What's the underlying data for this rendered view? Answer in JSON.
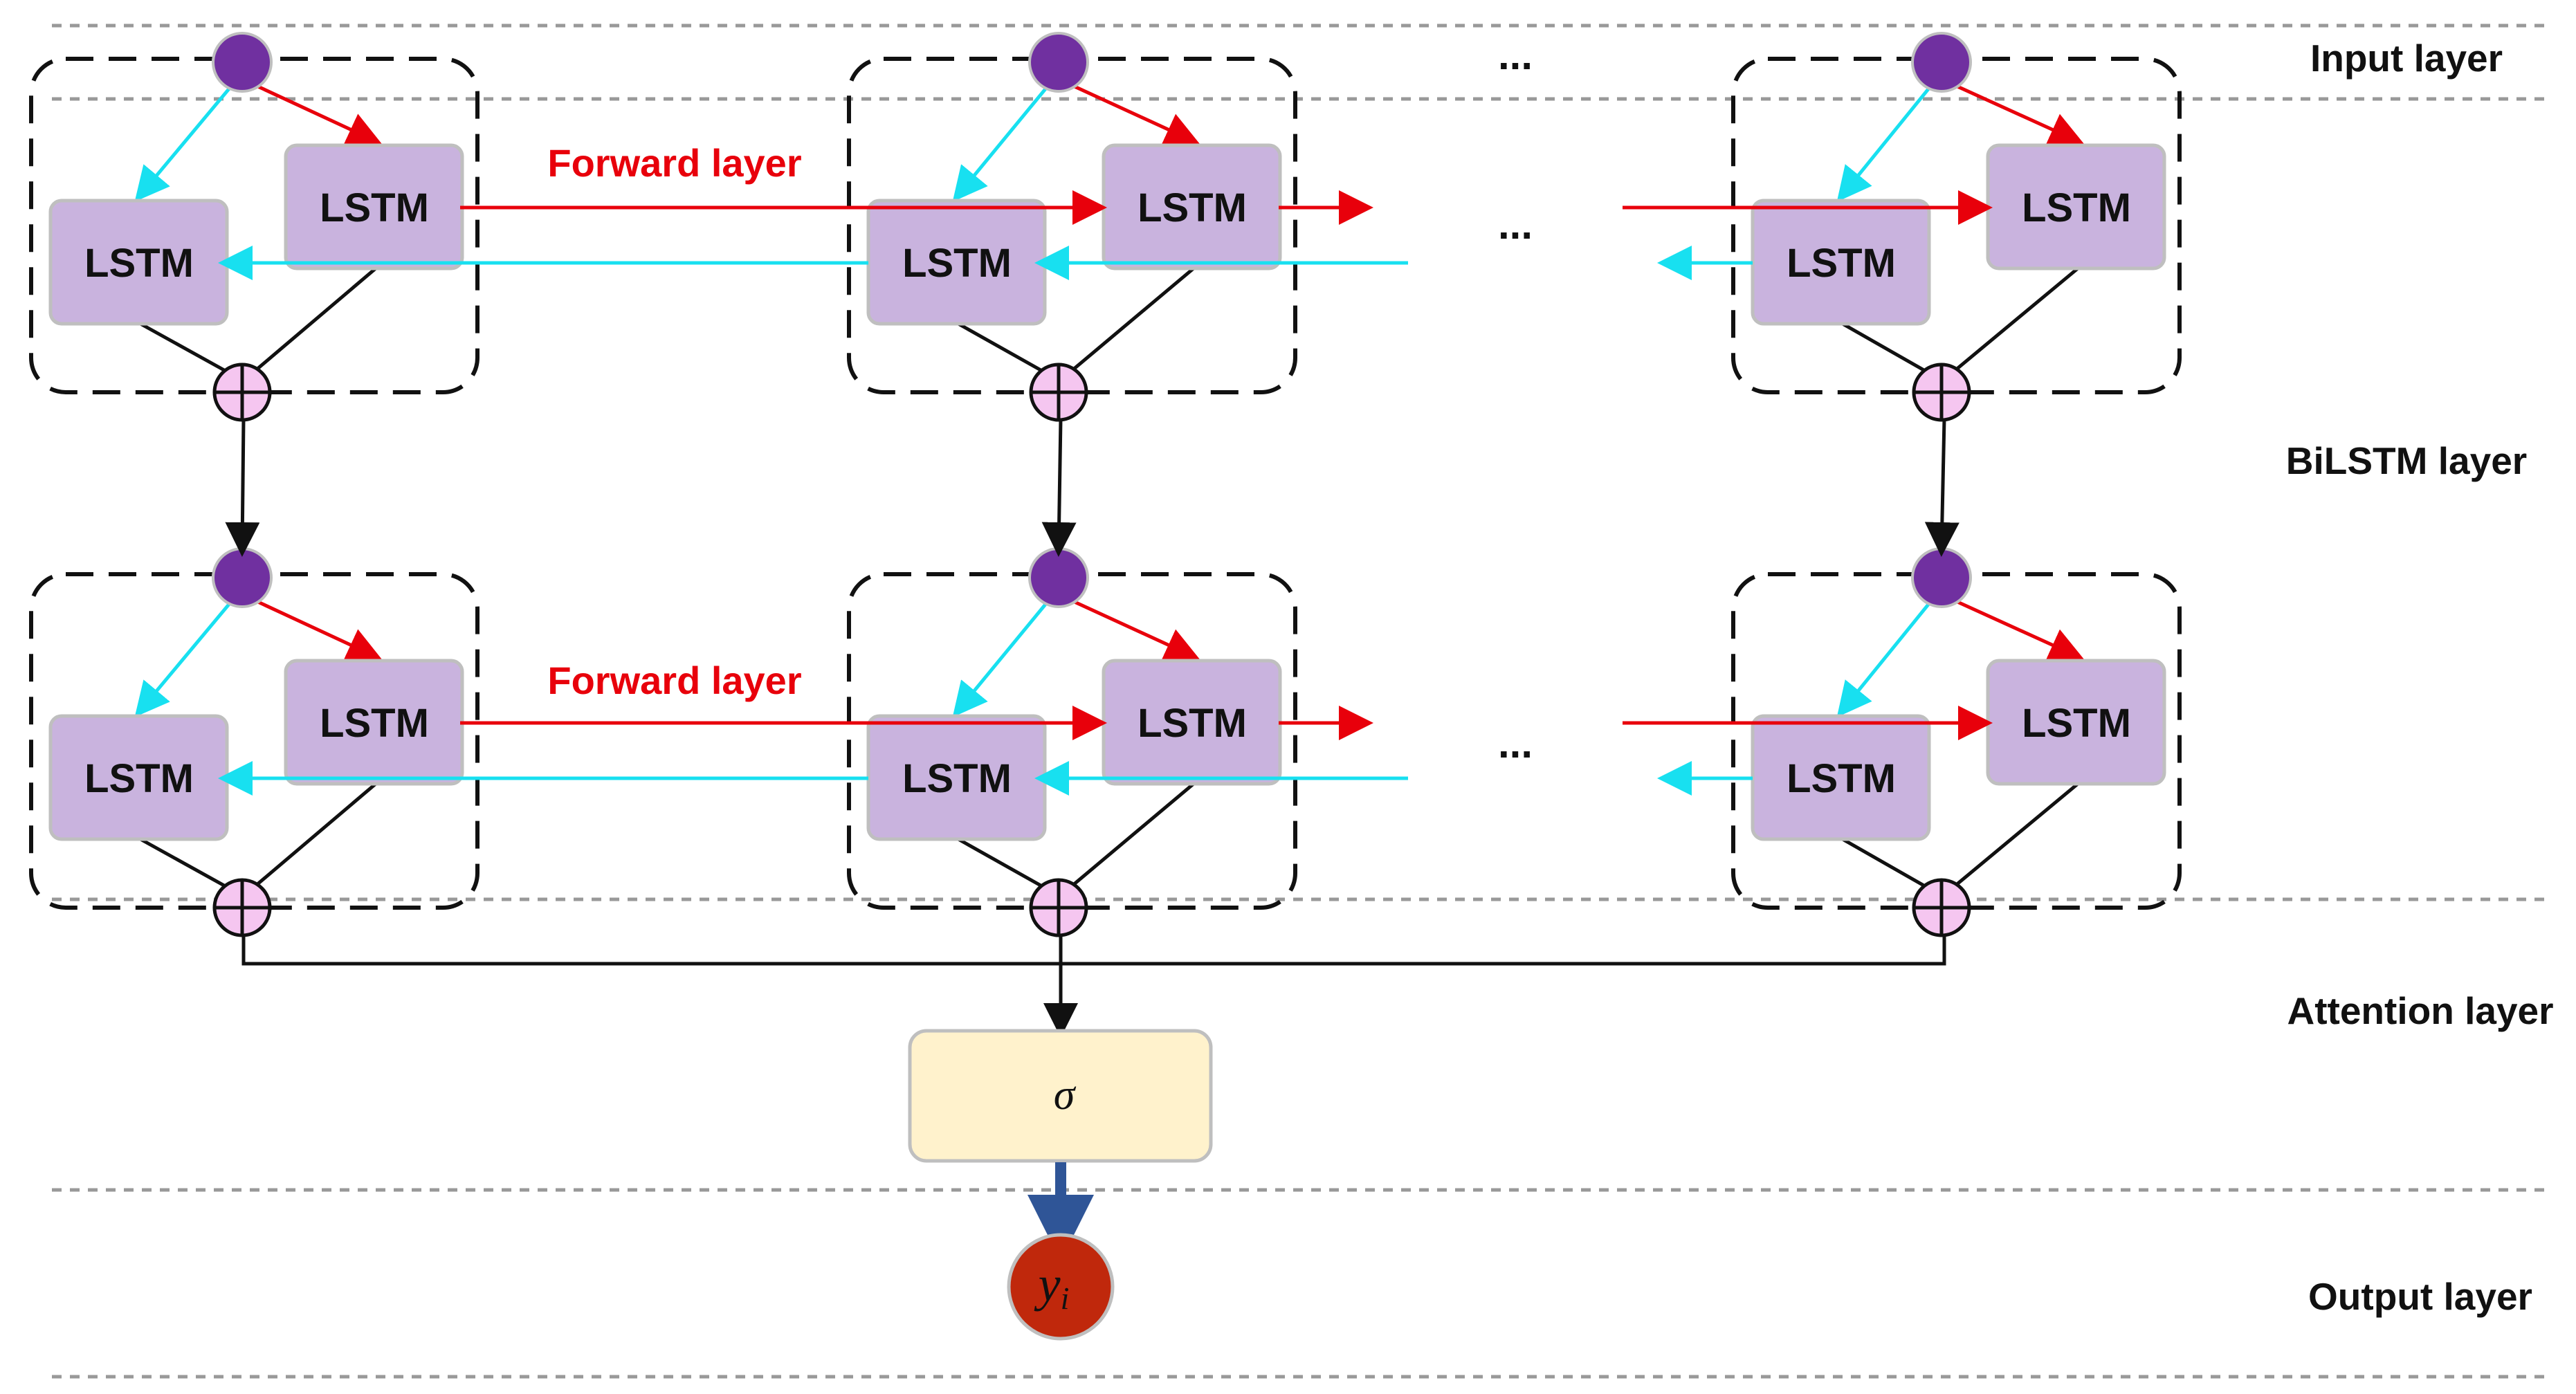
{
  "layers": {
    "input": "Input layer",
    "bilstm": "BiLSTM layer",
    "attention": "Attention layer",
    "output": "Output layer"
  },
  "cells": {
    "lstm_label": "LSTM"
  },
  "forward_label": "Forward layer",
  "ellipsis": "...",
  "attention_symbol": "σ",
  "output_symbol": "y",
  "output_subscript": "i",
  "colors": {
    "lstm_fill": "#c9b3de",
    "input_node": "#7030a0",
    "sum_node": "#f5c6f0",
    "forward_arrow": "#e8000b",
    "backward_arrow": "#18e0f0",
    "attention_fill": "#fff2cc",
    "output_node": "#c0280c",
    "output_arrow": "#2f5597"
  }
}
